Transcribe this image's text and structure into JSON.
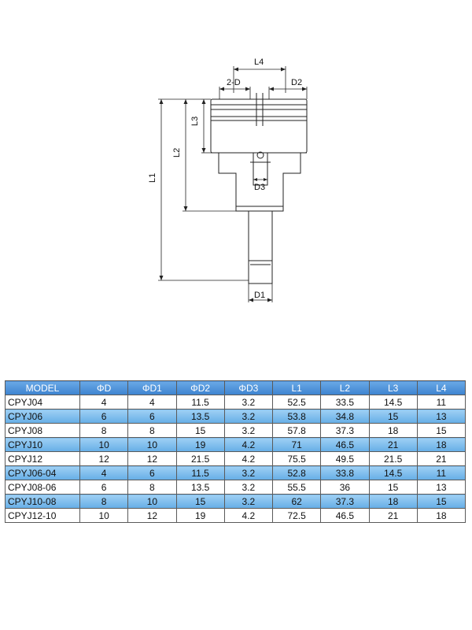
{
  "drawing": {
    "labels": {
      "l4": "L4",
      "twod": "2-D",
      "d2": "D2",
      "l3": "L3",
      "l2": "L2",
      "l1": "L1",
      "d3": "D3",
      "d1": "D1"
    }
  },
  "table": {
    "headers": [
      "MODEL",
      "ΦD",
      "ΦD1",
      "ΦD2",
      "ΦD3",
      "L1",
      "L2",
      "L3",
      "L4"
    ],
    "rows": [
      [
        "CPYJ04",
        "4",
        "4",
        "11.5",
        "3.2",
        "52.5",
        "33.5",
        "14.5",
        "11"
      ],
      [
        "CPYJ06",
        "6",
        "6",
        "13.5",
        "3.2",
        "53.8",
        "34.8",
        "15",
        "13"
      ],
      [
        "CPYJ08",
        "8",
        "8",
        "15",
        "3.2",
        "57.8",
        "37.3",
        "18",
        "15"
      ],
      [
        "CPYJ10",
        "10",
        "10",
        "19",
        "4.2",
        "71",
        "46.5",
        "21",
        "18"
      ],
      [
        "CPYJ12",
        "12",
        "12",
        "21.5",
        "4.2",
        "75.5",
        "49.5",
        "21.5",
        "21"
      ],
      [
        "CPYJ06-04",
        "4",
        "6",
        "11.5",
        "3.2",
        "52.8",
        "33.8",
        "14.5",
        "11"
      ],
      [
        "CPYJ08-06",
        "6",
        "8",
        "13.5",
        "3.2",
        "55.5",
        "36",
        "15",
        "13"
      ],
      [
        "CPYJ10-08",
        "8",
        "10",
        "15",
        "3.2",
        "62",
        "37.3",
        "18",
        "15"
      ],
      [
        "CPYJ12-10",
        "10",
        "12",
        "19",
        "4.2",
        "72.5",
        "46.5",
        "21",
        "18"
      ]
    ]
  },
  "colors": {
    "header": "#3d83d0",
    "stripe": "#7dbdee",
    "line": "#222222"
  }
}
